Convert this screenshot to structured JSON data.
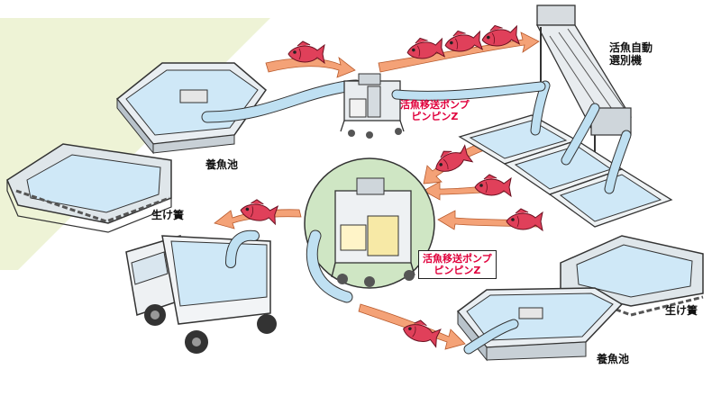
{
  "labels": {
    "fish_pond_top": "養魚池",
    "fish_pond_bottom": "養魚池",
    "cage_left": "生け簀",
    "cage_right": "生け簀",
    "sorter_line1": "活魚自動",
    "sorter_line2": "選別機",
    "pump_top_line1": "活魚移送ポンプ",
    "pump_top_line2": "ピンピンZ",
    "pump_center_line1": "活魚移送ポンプ",
    "pump_center_line2": "ピンピンZ"
  },
  "colors": {
    "background_band": "#eef3d6",
    "water": "#cfe8f7",
    "hose": "#bfe0f2",
    "arrow": "#f4a277",
    "fish": "#e0405a",
    "accent_red": "#e0003c",
    "lens": "#cfe6c4"
  },
  "icons": {
    "fish": "red-sea-bream-icon",
    "flow_arrow": "orange-flow-arrow-icon"
  }
}
